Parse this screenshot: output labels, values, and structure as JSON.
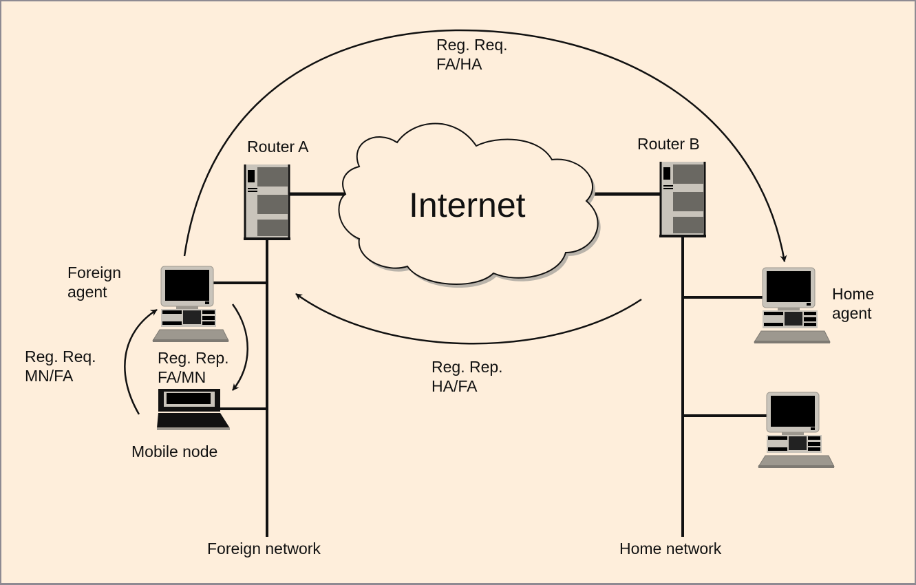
{
  "diagram": {
    "title": "Mobile IP registration",
    "internet_label": "Internet",
    "routers": [
      {
        "id": "router-a",
        "label": "Router A"
      },
      {
        "id": "router-b",
        "label": "Router B"
      }
    ],
    "nodes": {
      "foreign_agent": {
        "line1": "Foreign",
        "line2": "agent"
      },
      "mobile_node": {
        "label": "Mobile node"
      },
      "home_agent": {
        "line1": "Home",
        "line2": "agent"
      },
      "home_host": {
        "label": ""
      }
    },
    "networks": {
      "foreign": "Foreign network",
      "home": "Home network"
    },
    "messages": {
      "reg_req_mn_fa": {
        "line1": "Reg. Req.",
        "line2": "MN/FA"
      },
      "reg_rep_fa_mn": {
        "line1": "Reg. Rep.",
        "line2": "FA/MN"
      },
      "reg_req_fa_ha": {
        "line1": "Reg. Req.",
        "line2": "FA/HA"
      },
      "reg_rep_ha_fa": {
        "line1": "Reg. Rep.",
        "line2": "HA/FA"
      }
    },
    "colors": {
      "background": "#feeedb",
      "line": "#111111",
      "device_light": "#c9c4bb",
      "device_dark": "#6a6862"
    }
  }
}
